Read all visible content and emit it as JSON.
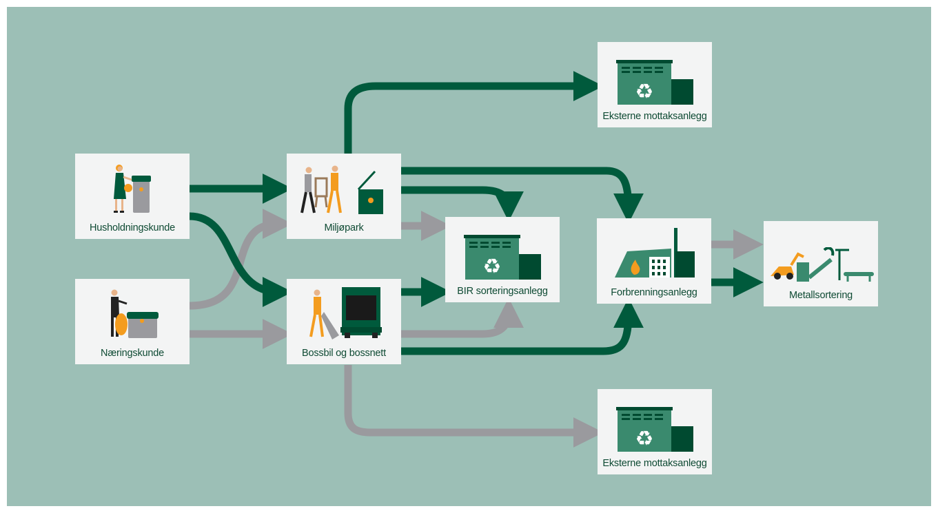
{
  "colors": {
    "background": "#9cbfb6",
    "dark_flow": "#005a3c",
    "grey_flow": "#9a9a9e",
    "box": "#f3f4f4",
    "label": "#0e4a33",
    "building": "#3a8a6e",
    "building_dark": "#004a30",
    "orange": "#f39c1f"
  },
  "nodes": {
    "husholdningskunde": {
      "label": "Husholdningskunde",
      "icon": "woman-with-bin-icon"
    },
    "naeringskunde": {
      "label": "Næringskunde",
      "icon": "man-with-bin-icon"
    },
    "miljopark": {
      "label": "Miljøpark",
      "icon": "people-carrying-furniture-icon"
    },
    "bossbil": {
      "label": "Bossbil og bossnett",
      "icon": "garbage-truck-icon"
    },
    "bir_sortering": {
      "label": "BIR sorteringsanlegg",
      "icon": "recycling-building-icon"
    },
    "forbrenning": {
      "label": "Forbrenningsanlegg",
      "icon": "incineration-plant-icon"
    },
    "metallsortering": {
      "label": "Metallsortering",
      "icon": "metal-sorting-icon"
    },
    "eksterne_top": {
      "label": "Eksterne mottaksanlegg",
      "icon": "recycling-building-icon"
    },
    "eksterne_bottom": {
      "label": "Eksterne mottaksanlegg",
      "icon": "recycling-building-icon"
    }
  }
}
